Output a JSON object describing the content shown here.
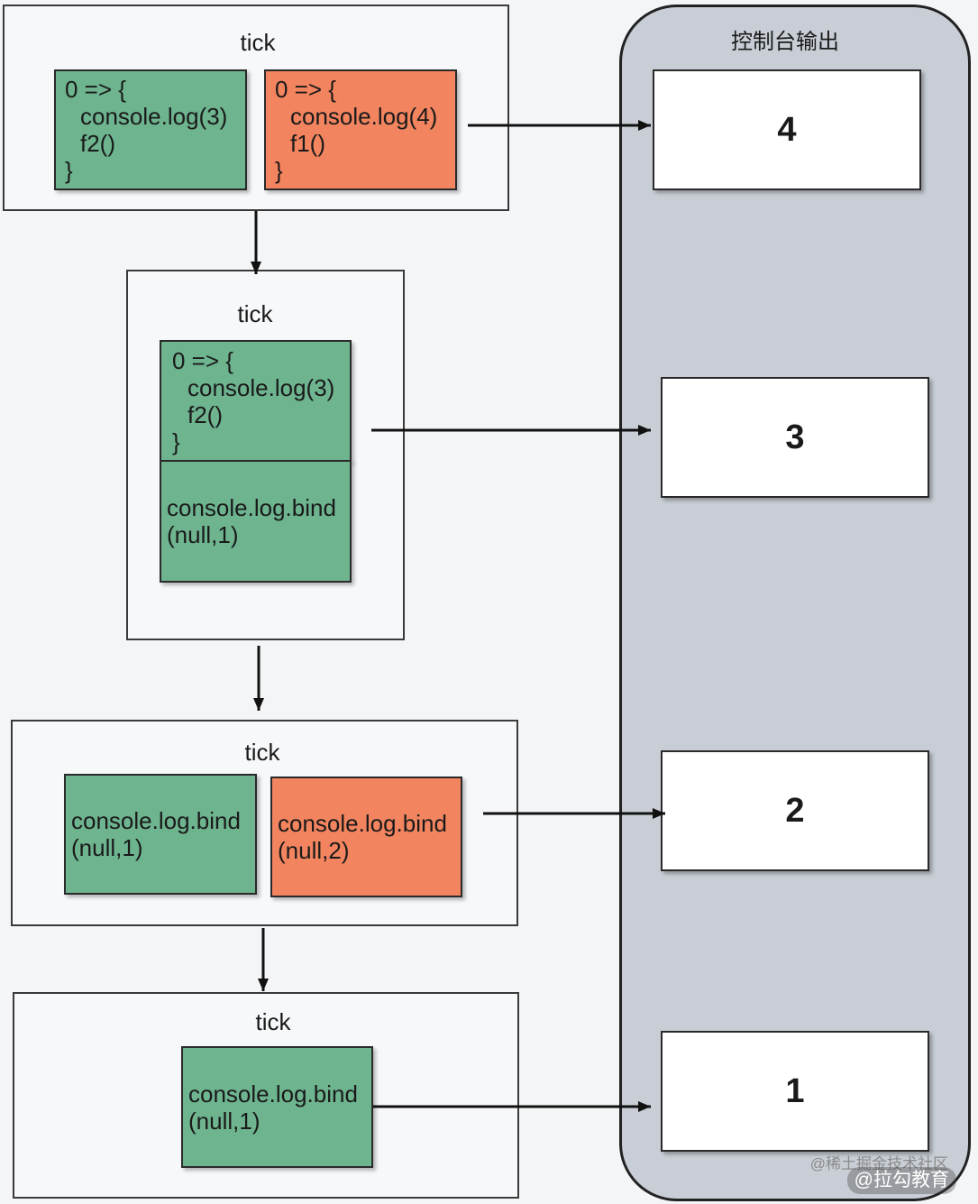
{
  "ticks": [
    {
      "label": "tick",
      "tasks": [
        {
          "open": "0 => {",
          "body": [
            "console.log(3)",
            "f2()"
          ],
          "close": "}"
        },
        {
          "open": "0 => {",
          "body": [
            "console.log(4)",
            "f1()"
          ],
          "close": "}"
        }
      ]
    },
    {
      "label": "tick",
      "tasks": [
        {
          "open": "0 => {",
          "body": [
            "console.log(3)",
            "f2()"
          ],
          "close": "}"
        },
        {
          "lines": [
            "console.log.bind",
            "(null,1)"
          ]
        }
      ]
    },
    {
      "label": "tick",
      "tasks": [
        {
          "lines": [
            "console.log.bind",
            "(null,1)"
          ]
        },
        {
          "lines": [
            "console.log.bind",
            "(null,2)"
          ]
        }
      ]
    },
    {
      "label": "tick",
      "tasks": [
        {
          "lines": [
            "console.log.bind",
            "(null,1)"
          ]
        }
      ]
    }
  ],
  "console_output": {
    "title": "控制台输出",
    "values": [
      "4",
      "3",
      "2",
      "1"
    ]
  },
  "watermark": {
    "line1": "@稀土掘金技术社区",
    "line2": "@拉勾教育"
  },
  "colors": {
    "green": "#6db48f",
    "orange": "#f2845f",
    "panel": "#c9ced6",
    "background": "#f4f5f7",
    "arrow": "#111111"
  }
}
